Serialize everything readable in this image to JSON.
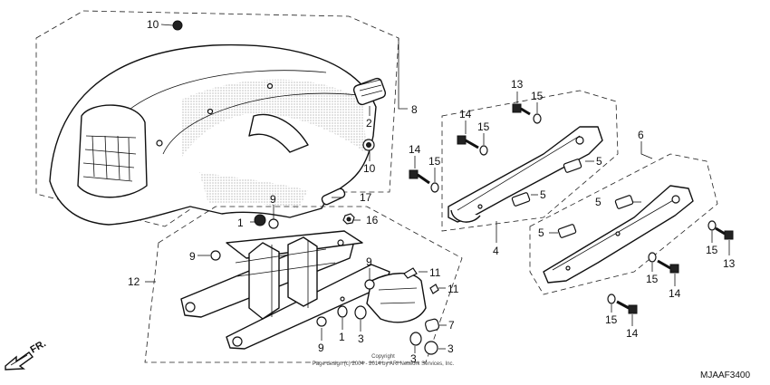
{
  "diagram": {
    "callouts": {
      "c10a": "10",
      "c10b": "10",
      "c2": "2",
      "c8": "8",
      "c17": "17",
      "c16": "16",
      "c9a": "9",
      "c1a": "1",
      "c9b": "9",
      "c12": "12",
      "c9c": "9",
      "c11a": "11",
      "c11b": "11",
      "c7": "7",
      "c9d": "9",
      "c1b": "1",
      "c3a": "3",
      "c3b": "3",
      "c3c": "3",
      "c13a": "13",
      "c15a": "15",
      "c14a": "14",
      "c15b": "15",
      "c14b": "14",
      "c15c": "15",
      "c5a": "5",
      "c5b": "5",
      "c4": "4",
      "c6": "6",
      "c5c": "5",
      "c5d": "5",
      "c15d": "15",
      "c13b": "13",
      "c15e": "15",
      "c14c": "14",
      "c15f": "15",
      "c14d": "14"
    },
    "copyright_line1": "Copyright",
    "copyright_line2": "Page design (c) 2004 - 2014 by ARI Network Services, Inc.",
    "diagram_code": "MJAAF3400",
    "direction_label": "FR."
  },
  "colors": {
    "ink": "#111111",
    "dots": "#9a9a9a",
    "background": "#ffffff"
  },
  "icons": [
    "front-direction-arrow-icon"
  ]
}
